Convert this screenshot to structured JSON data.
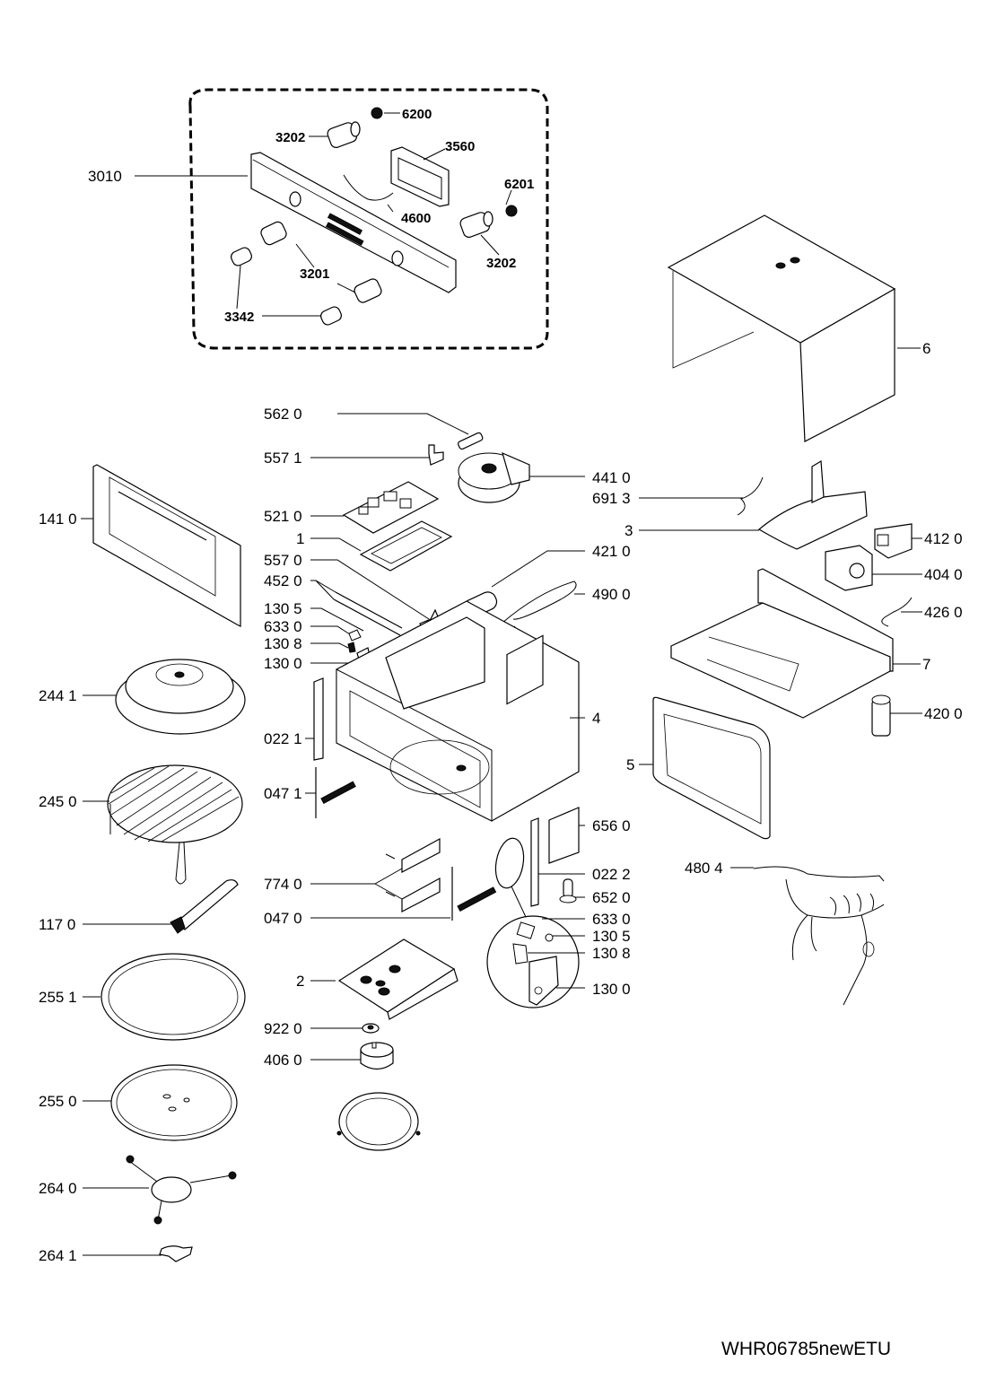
{
  "document": {
    "drawing_code": "WHR06785newETU",
    "type": "exploded parts diagram"
  },
  "control_panel_group": {
    "labels": {
      "p3010": "3010",
      "p3202a": "3202",
      "p6200": "6200",
      "p3560": "3560",
      "p6201": "6201",
      "p4600": "4600",
      "p3202b": "3202",
      "p3201": "3201",
      "p3342": "3342"
    }
  },
  "left_column": {
    "labels": {
      "p1410": "141 0",
      "p2441": "244 1",
      "p2450": "245 0",
      "p1170": "117 0",
      "p2551": "255 1",
      "p2550": "255 0",
      "p2640": "264 0",
      "p2641": "264 1"
    }
  },
  "center_left_labels": {
    "p5620": "562 0",
    "p5571": "557 1",
    "p5210": "521 0",
    "p1": "1",
    "p5570": "557 0",
    "p4520": "452 0",
    "p1305": "130 5",
    "p6330": "633 0",
    "p1308": "130 8",
    "p1300": "130 0",
    "p0221": "022 1",
    "p0471": "047 1",
    "p7740": "774 0",
    "p0470": "047 0",
    "p2": "2",
    "p9220": "922 0",
    "p4060": "406 0"
  },
  "center_right_labels": {
    "p4410": "441 0",
    "p6913": "691 3",
    "p3": "3",
    "p4210": "421 0",
    "p4900": "490 0",
    "p4": "4",
    "p6560": "656 0",
    "p0222": "022 2",
    "p6520": "652 0",
    "p6330b": "633 0",
    "p1305b": "130 5",
    "p1308b": "130 8",
    "p1300b": "130 0"
  },
  "right_column": {
    "labels": {
      "p6": "6",
      "p4120": "412 0",
      "p4040": "404 0",
      "p4260": "426 0",
      "p7": "7",
      "p4200": "420 0",
      "p5": "5",
      "p4804": "480 4"
    }
  }
}
